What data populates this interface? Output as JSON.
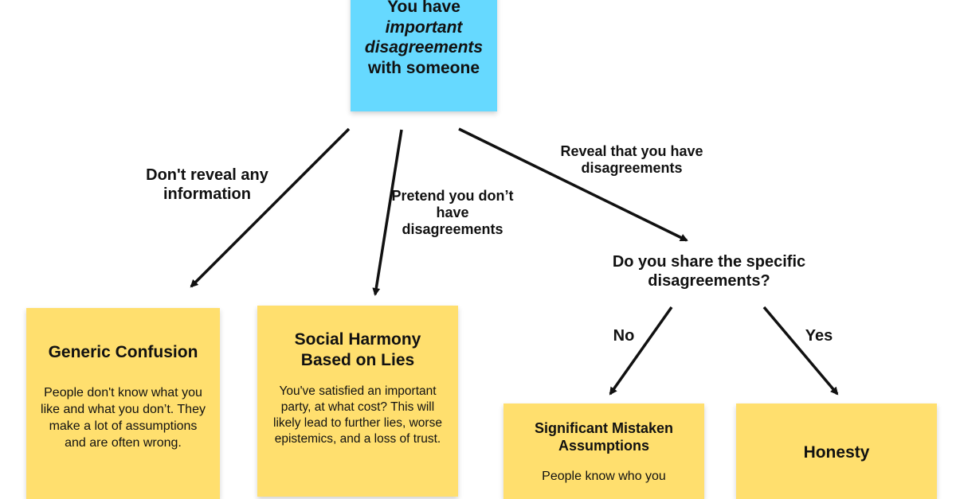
{
  "colors": {
    "root_note": "#66d9ff",
    "outcome_note": "#ffdf6e",
    "arrow": "#111111"
  },
  "root": {
    "line1": "You have",
    "line2": "important",
    "line3": "disagreements",
    "line4": "with someone"
  },
  "branches": {
    "dont_reveal": "Don't reveal any information",
    "pretend": "Pretend you don’t have disagreements",
    "reveal": "Reveal that you have disagreements"
  },
  "question": {
    "text": "Do you share the specific disagreements?",
    "no": "No",
    "yes": "Yes"
  },
  "outcomes": {
    "generic": {
      "title": "Generic Confusion",
      "body": "People don't know what you like and what you don’t. They make a lot of assumptions and are often wrong."
    },
    "harmony": {
      "title": "Social Harmony Based on Lies",
      "body": "You've satisfied an important party, at what cost? This will likely lead to further lies, worse epistemics, and a loss of trust."
    },
    "mistaken": {
      "title": "Significant Mistaken Assumptions",
      "body": "People know who you"
    },
    "honesty": {
      "title": "Honesty"
    }
  }
}
